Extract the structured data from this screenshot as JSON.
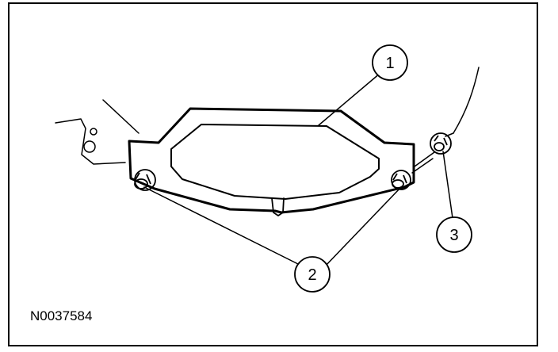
{
  "callouts": {
    "part_1": "1",
    "part_2": "2",
    "part_3": "3"
  },
  "reference_code": "N0037584",
  "colors": {
    "line": "#000000",
    "background": "#ffffff"
  }
}
